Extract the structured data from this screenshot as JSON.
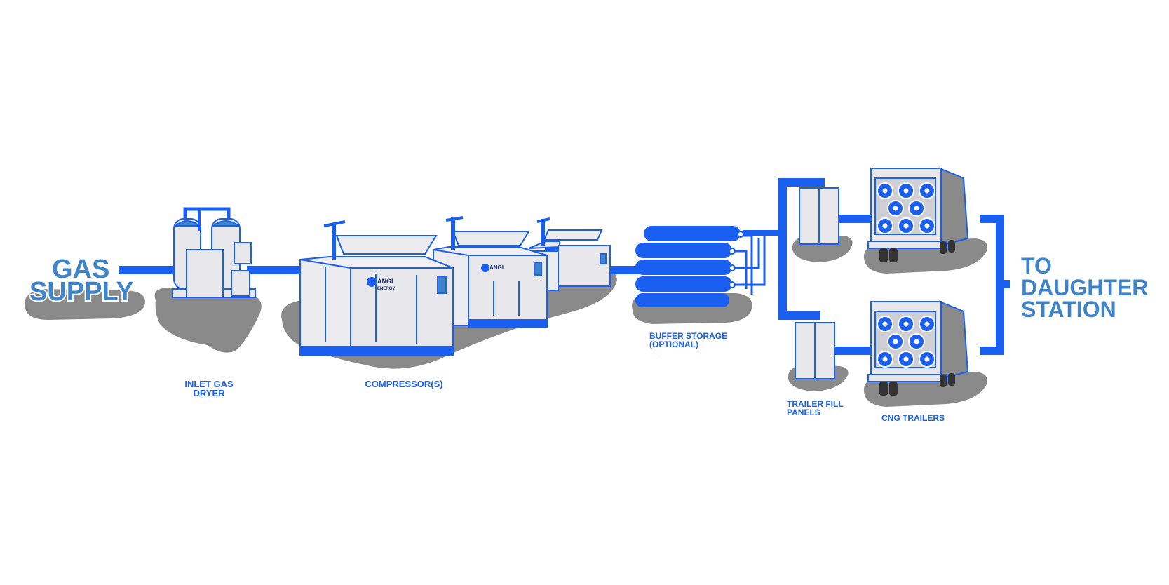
{
  "labels": {
    "gas_supply_line1": "GAS",
    "gas_supply_line2": "SUPPLY",
    "inlet_dryer_line1": "INLET GAS",
    "inlet_dryer_line2": "DRYER",
    "compressors": "COMPRESSOR(S)",
    "buffer_line1": "BUFFER STORAGE",
    "buffer_line2": "(OPTIONAL)",
    "fill_panels_line1": "TRAILER FILL",
    "fill_panels_line2": "PANELS",
    "cng_trailers": "CNG TRAILERS",
    "destination_line1": "TO",
    "destination_line2": "DAUGHTER",
    "destination_line3": "STATION"
  },
  "brand": {
    "logo_text": "ANGI",
    "logo_subtext": "ENERGY"
  },
  "colors": {
    "pipe": "#1a5ff0",
    "label": "#1a5ff0",
    "big_label": "#3f84c8",
    "ground": "#8a8a8a",
    "equipment": "#e8e8ec",
    "outline": "#1a5ff0"
  }
}
